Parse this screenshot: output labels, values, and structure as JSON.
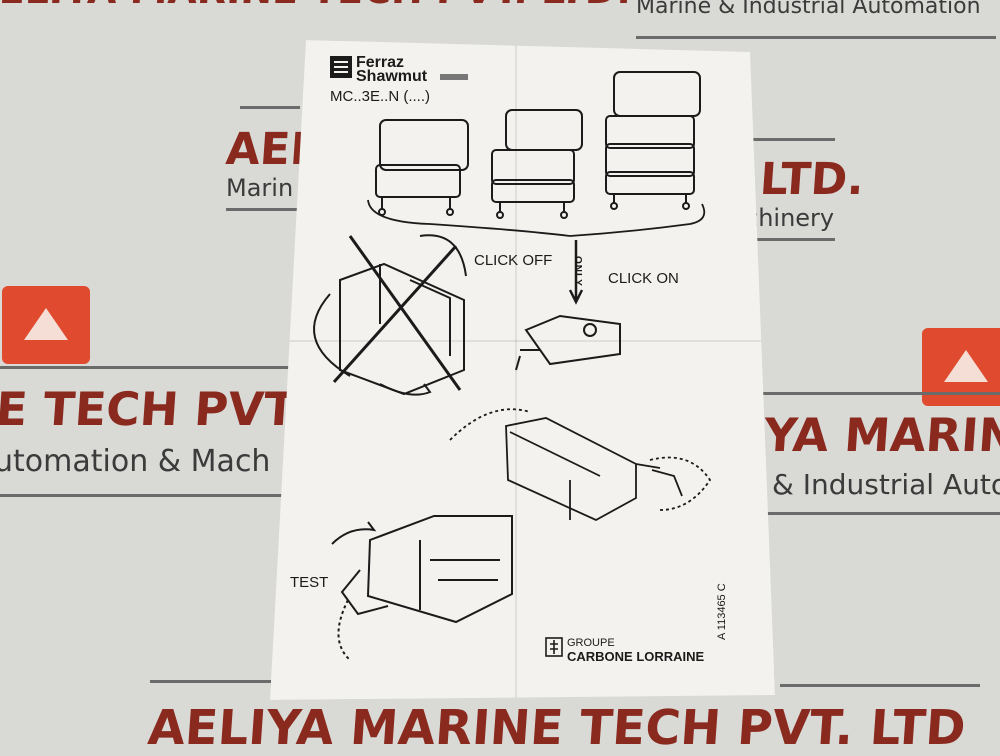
{
  "watermark": {
    "company_line": "AELIYA MARINE TECH PVT. LTD.",
    "top_right": "Marine & Industrial Automation",
    "left_mid_a": "AELI",
    "left_mid_b": "Marin",
    "right_mid_a": "LTD.",
    "right_mid_b": "chinery",
    "left_big": "E TECH PVT.",
    "left_sub": "utomation & Mach",
    "right_big": "YA MARINE TE",
    "right_sub": "& Industrial Autom",
    "bottom": "AELIYA MARINE TECH PVT. LTD"
  },
  "sheet": {
    "brand_line1": "Ferraz",
    "brand_line2": "Shawmut",
    "model": "MC..3E..N (....)",
    "click_off": "CLICK OFF",
    "click_on": "CLICK ON",
    "only": "ONLY",
    "test": "TEST",
    "doc_number": "A 113465 C",
    "groupe": "GROUPE",
    "carbone": "CARBONE LORRAINE"
  },
  "colors": {
    "background": "#d9d9d6",
    "sheet": "#f3f2ee",
    "watermark_red": "#8a2a1f",
    "logo_red": "#e04a2e",
    "ink": "#1b1b1b"
  }
}
